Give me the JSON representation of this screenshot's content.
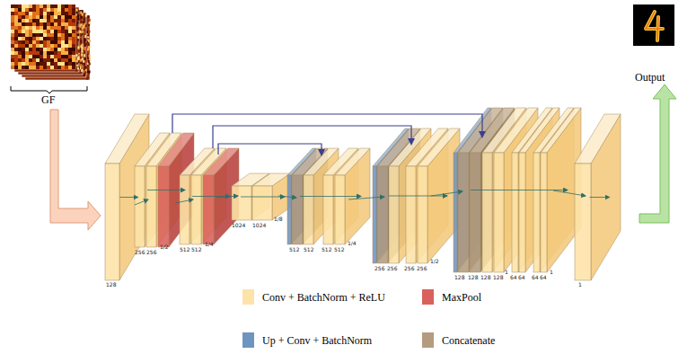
{
  "diagram": {
    "labels": [
      "GF",
      "Output",
      "128",
      "256",
      "256",
      "1/2",
      "512",
      "512",
      "1/4",
      "1024",
      "1024",
      "1/8",
      "512",
      "512",
      "512",
      "512",
      "1/4",
      "256",
      "256",
      "256",
      "256",
      "1/2",
      "128",
      "128",
      "128",
      "128",
      "1",
      "64",
      "64",
      "64",
      "64",
      "1",
      "1"
    ],
    "legend": [
      {
        "text": "Conv + BatchNorm + ReLU",
        "color": "#fde3a7"
      },
      {
        "text": "MaxPool",
        "color": "#d9605c"
      },
      {
        "text": "Up + Conv + BatchNorm",
        "color": "#6f94c0"
      },
      {
        "text": "Concatenate",
        "color": "#b39c80"
      }
    ]
  }
}
